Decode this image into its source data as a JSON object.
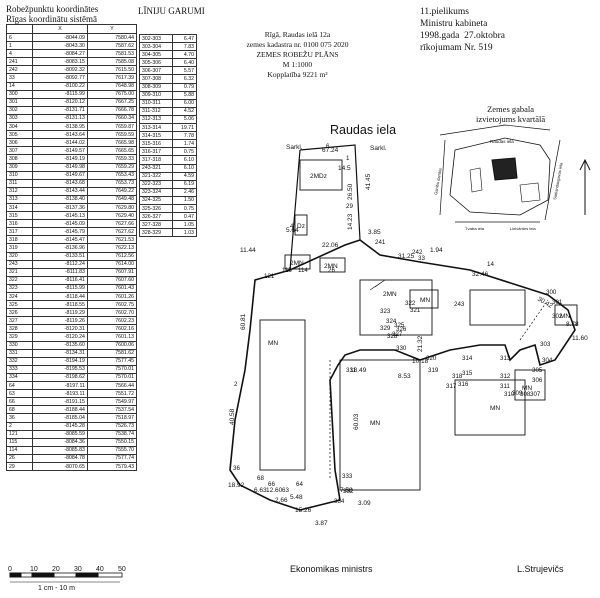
{
  "header": {
    "coord_title_1": "Robežpunktu koordinātes",
    "coord_title_2": "Rīgas koordinātu sistēmā",
    "len_title": "LĪNIJU GARUMI",
    "col_x": "X",
    "col_y": "Y"
  },
  "coordinates": [
    [
      "6",
      "-8044.09",
      "7580.44"
    ],
    [
      "1",
      "-8043.30",
      "7587.62"
    ],
    [
      "4",
      "-8084.27",
      "7581.53"
    ],
    [
      "241",
      "-8083.15",
      "7585.08"
    ],
    [
      "242",
      "-8092.32",
      "7615.50"
    ],
    [
      "33",
      "-8092.77",
      "7617.39"
    ],
    [
      "14",
      "-8100.22",
      "7648.98"
    ],
    [
      "300",
      "-8115.99",
      "7675.00"
    ],
    [
      "301",
      "-8120.12",
      "7667.25"
    ],
    [
      "302",
      "-8131.71",
      "7666.78"
    ],
    [
      "303",
      "-8131.13",
      "7660.34"
    ],
    [
      "304",
      "-8138.95",
      "7659.87"
    ],
    [
      "305",
      "-8143.64",
      "7659.59"
    ],
    [
      "306",
      "-8144.02",
      "7665.98"
    ],
    [
      "307",
      "-8149.57",
      "7665.65"
    ],
    [
      "308",
      "-8149.19",
      "7659.33"
    ],
    [
      "309",
      "-8149.98",
      "7659.29"
    ],
    [
      "310",
      "-8149.67",
      "7653.43"
    ],
    [
      "311",
      "-8143.68",
      "7653.73"
    ],
    [
      "312",
      "-8143.44",
      "7649.22"
    ],
    [
      "313",
      "-8138.40",
      "7649.48"
    ],
    [
      "314",
      "-8137.36",
      "7629.80"
    ],
    [
      "315",
      "-8145.13",
      "7629.40"
    ],
    [
      "316",
      "-8145.09",
      "7627.66"
    ],
    [
      "317",
      "-8145.79",
      "7627.62"
    ],
    [
      "318",
      "-8145.47",
      "7621.53"
    ],
    [
      "319",
      "-8136.96",
      "7622.13"
    ],
    [
      "320",
      "-8133.51",
      "7612.56"
    ],
    [
      "243",
      "-8112.24",
      "7614.00"
    ],
    [
      "321",
      "-8111.83",
      "7607.91"
    ],
    [
      "322",
      "-8116.41",
      "7607.60"
    ],
    [
      "323",
      "-8115.99",
      "7601.43"
    ],
    [
      "324",
      "-8118.44",
      "7601.26"
    ],
    [
      "325",
      "-8118.55",
      "7602.75"
    ],
    [
      "326",
      "-8119.29",
      "7602.70"
    ],
    [
      "327",
      "-8119.26",
      "7602.23"
    ],
    [
      "328",
      "-8120.31",
      "7602.16"
    ],
    [
      "329",
      "-8120.24",
      "7601.13"
    ],
    [
      "330",
      "-8135.60",
      "7600.06"
    ],
    [
      "331",
      "-8134.31",
      "7581.62"
    ],
    [
      "332",
      "-8194.19",
      "7577.45"
    ],
    [
      "333",
      "-8195.53",
      "7570.01"
    ],
    [
      "334",
      "-8198.62",
      "7570.01"
    ],
    [
      "64",
      "-8197.11",
      "7566.44"
    ],
    [
      "63",
      "-8193.11",
      "7551.72"
    ],
    [
      "66",
      "-8191.15",
      "7549.97"
    ],
    [
      "68",
      "-8188.44",
      "7537.54"
    ],
    [
      "36",
      "-8185.04",
      "7518.97"
    ],
    [
      "2",
      "-8145.28",
      "7526.73"
    ],
    [
      "121",
      "-8085.59",
      "7538.74"
    ],
    [
      "115",
      "-8084.36",
      "7550.15"
    ],
    [
      "114",
      "-8085.83",
      "7555.70"
    ],
    [
      "26",
      "-8084.78",
      "7577.74"
    ],
    [
      "29",
      "-8070.65",
      "7579.43"
    ]
  ],
  "lengths": [
    [
      "302-303",
      "6.47"
    ],
    [
      "303-304",
      "7.83"
    ],
    [
      "304-305",
      "4.70"
    ],
    [
      "305-306",
      "6.40"
    ],
    [
      "306-307",
      "5.57"
    ],
    [
      "307-308",
      "6.32"
    ],
    [
      "308-309",
      "0.79"
    ],
    [
      "309-310",
      "5.88"
    ],
    [
      "310-311",
      "6.00"
    ],
    [
      "311-312",
      "4.52"
    ],
    [
      "312-313",
      "5.06"
    ],
    [
      "313-314",
      "19.71"
    ],
    [
      "314-315",
      "7.78"
    ],
    [
      "315-316",
      "1.74"
    ],
    [
      "316-317",
      "0.75"
    ],
    [
      "317-318",
      "6.10"
    ],
    [
      "243-321",
      "6.10"
    ],
    [
      "321-322",
      "4.59"
    ],
    [
      "322-323",
      "6.19"
    ],
    [
      "323-324",
      "2.46"
    ],
    [
      "324-325",
      "1.50"
    ],
    [
      "325-326",
      "0.75"
    ],
    [
      "326-327",
      "0.47"
    ],
    [
      "327-328",
      "1.05"
    ],
    [
      "328-329",
      "1.03"
    ]
  ],
  "plan_info": {
    "line1": "Rīgā, Raudas ielā 12a",
    "line2": "zemes kadastra nr. 0100 075 2020",
    "line3": "ZEMES ROBEŽU PLĀNS",
    "line4": "M 1:1000",
    "line5": "Kopplatība 9221 m²"
  },
  "appendix": {
    "line1": "11.pielikums",
    "line2": "Ministru kabineta",
    "line3_a": "1998.gada",
    "line3_b": "27.oktobra",
    "line4_a": "rīkojumam Nr.",
    "line4_b": "519"
  },
  "location_map": {
    "title_1": "Zemes gabala",
    "title_2": "izvietojums kvartālā",
    "street": "Raudas iela",
    "street2": "Ganību dambis",
    "street3": "Tvaika iela",
    "street4": "Sarkandaugavas iela",
    "street5": "Lielvārdes iela"
  },
  "plan": {
    "street": "Raudas iela",
    "label_sarkl_1": "Sarkl.",
    "label_sarkl_2": "Sarkl.",
    "label_2md": "2MDz",
    "label_mn": "MN",
    "label_2mn": "2MN",
    "label_dz": "Dz",
    "dims": [
      "67.24",
      "14.5",
      "41.45",
      "26.50",
      "14.23",
      "3.85",
      "31.25",
      "1.94",
      "32.46",
      "30.42",
      "60.81",
      "40.58",
      "60.03",
      "18.49",
      "10.18",
      "8.53",
      "21.32",
      "18.92",
      "6.63",
      "12.60",
      "2.66",
      "5.48",
      "7.58",
      "3.09",
      "15.26",
      "3.87",
      "11.44",
      "5.64",
      "22.06",
      "8.78",
      "11.60"
    ],
    "points": [
      "1",
      "4",
      "6",
      "29",
      "241",
      "242",
      "33",
      "14",
      "300",
      "301",
      "302",
      "303",
      "304",
      "305",
      "306",
      "307",
      "308",
      "309",
      "310",
      "311",
      "312",
      "313",
      "314",
      "315",
      "316",
      "317",
      "318",
      "319",
      "320",
      "243",
      "321",
      "322",
      "323",
      "324",
      "325",
      "326",
      "327",
      "328",
      "329",
      "330",
      "331",
      "332",
      "333",
      "334",
      "64",
      "63",
      "66",
      "68",
      "36",
      "2",
      "121",
      "115",
      "114",
      "26"
    ]
  },
  "scale_bar": {
    "ticks": [
      "0",
      "10",
      "20",
      "30",
      "40",
      "50"
    ],
    "caption": "1 cm - 10 m"
  },
  "footer": {
    "left": "Ekonomikas ministrs",
    "right": "L.Strujevičs"
  }
}
